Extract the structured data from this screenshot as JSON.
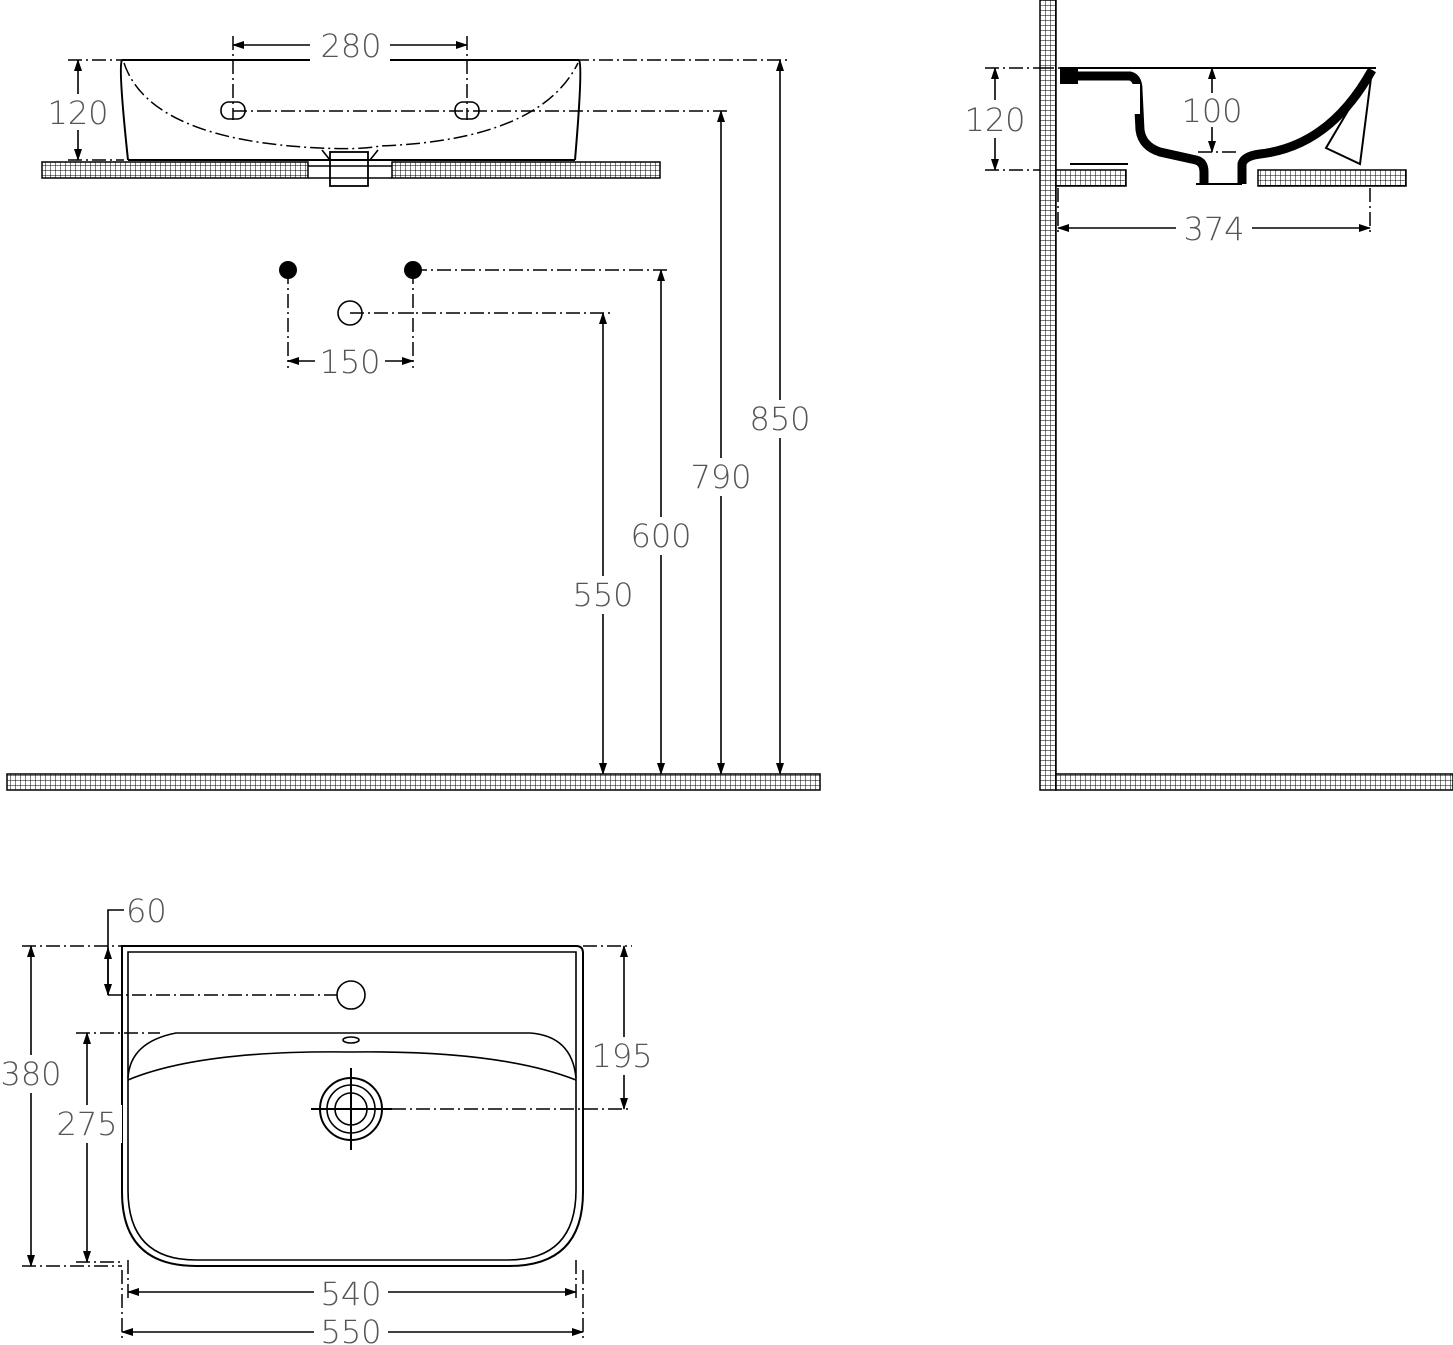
{
  "colors": {
    "line": "#000000",
    "text": "#555555",
    "hatch_fill": "#ffffff",
    "background": "#ffffff"
  },
  "front_view": {
    "dim_tap_holes": "280",
    "dim_basin_height": "120",
    "dim_valve_spacing": "150",
    "dim_waste_outlet": "550",
    "dim_valves": "600",
    "dim_tap_height": "790",
    "dim_total_height": "850"
  },
  "side_view": {
    "dim_basin_height": "120",
    "dim_bowl_depth": "100",
    "dim_projection": "374"
  },
  "top_view": {
    "dim_tap_offset": "60",
    "dim_overall_depth": "380",
    "dim_bowl_depth": "275",
    "dim_waste_offset": "195",
    "dim_inner_width": "540",
    "dim_overall_width": "550"
  }
}
